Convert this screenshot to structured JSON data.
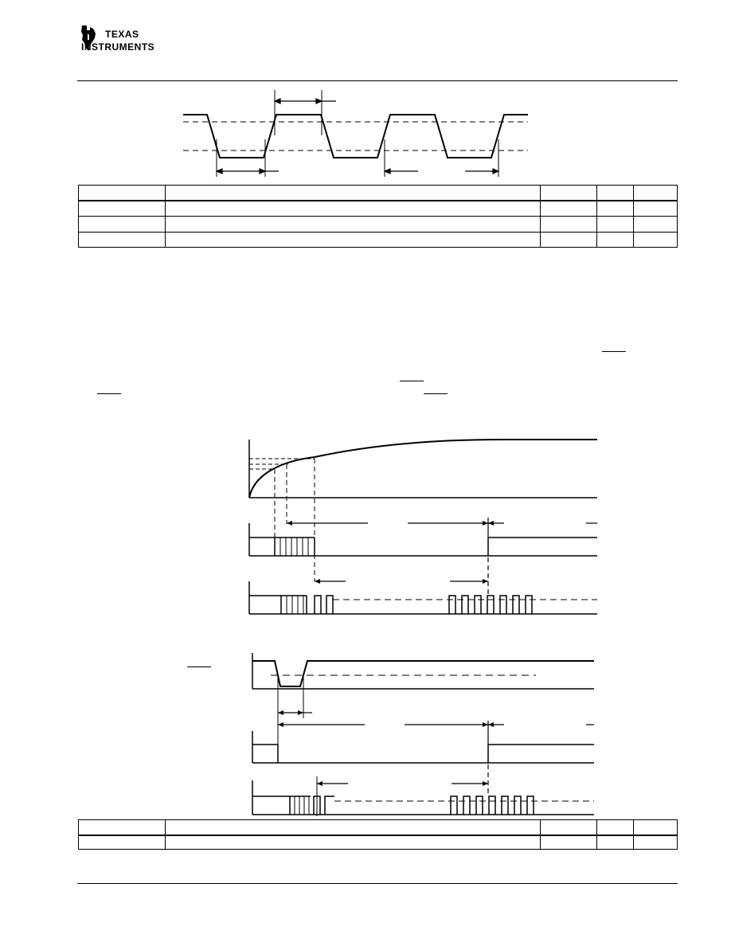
{
  "header": {
    "logo": {
      "line1": "TEXAS",
      "line2": "INSTRUMENTS",
      "icon": "texas-state-icon"
    }
  },
  "colors": {
    "ink": "#000000",
    "paper": "#ffffff"
  },
  "tables": {
    "clock_timing": {
      "rows": 4,
      "cols": 5
    },
    "power_up_timing": {
      "rows": 2,
      "cols": 5
    }
  }
}
